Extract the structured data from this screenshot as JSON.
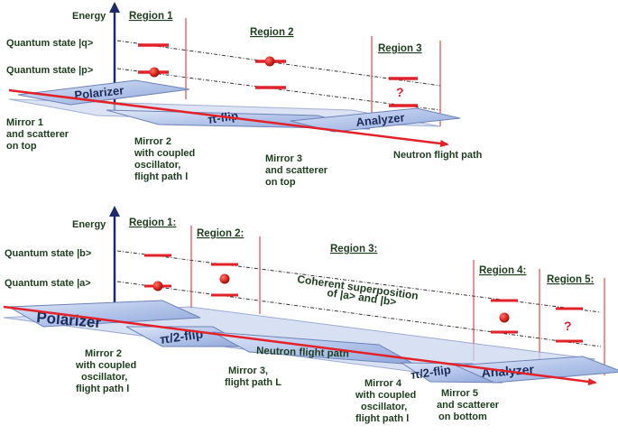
{
  "top": {
    "energy_label": "Energy",
    "state_q": "Quantum state |q>",
    "state_p": "Quantum state |p>",
    "regions": [
      "Region 1",
      "Region 2",
      "Region 3"
    ],
    "plates": {
      "polarizer": "Polarizer",
      "flip": "π-flip",
      "analyzer": "Analyzer"
    },
    "question_mark": "?",
    "mirror1": [
      "Mirror 1",
      "and scatterer",
      "on top"
    ],
    "mirror2": [
      "Mirror 2",
      "with coupled",
      "oscillator,",
      "flight path l"
    ],
    "mirror3": [
      "Mirror 3",
      "and scatterer",
      "on top"
    ],
    "flight_path": "Neutron flight path"
  },
  "bottom": {
    "energy_label": "Energy",
    "state_b": "Quantum state |b>",
    "state_a": "Quantum state |a>",
    "regions": [
      "Region 1:",
      "Region 2:",
      "Region 3:",
      "Region 4:",
      "Region 5:"
    ],
    "superposition": [
      "Coherent superposition",
      "of |a> and |b>"
    ],
    "plates": {
      "polarizer": "Polarizer",
      "flip1": "π/2-flip",
      "flip2": "π/2-flip",
      "analyzer": "Analyzer"
    },
    "flight_path": "Neutron flight path",
    "question_mark": "?",
    "mirror2": [
      "Mirror 2",
      "with coupled",
      "oscillator,",
      "flight path l"
    ],
    "mirror3": [
      "Mirror 3,",
      "flight path L"
    ],
    "mirror4": [
      "Mirror 4",
      "with coupled",
      "oscillator,",
      "flight path l"
    ],
    "mirror5": [
      "Mirror 5",
      "and scatterer",
      "on bottom"
    ]
  },
  "colors": {
    "axis": "#1d2b6e",
    "beam": "#e2222a",
    "plate_fill": "#b9c8ea",
    "plate_stroke": "#6e83b8",
    "text": "#1e3d1e"
  }
}
